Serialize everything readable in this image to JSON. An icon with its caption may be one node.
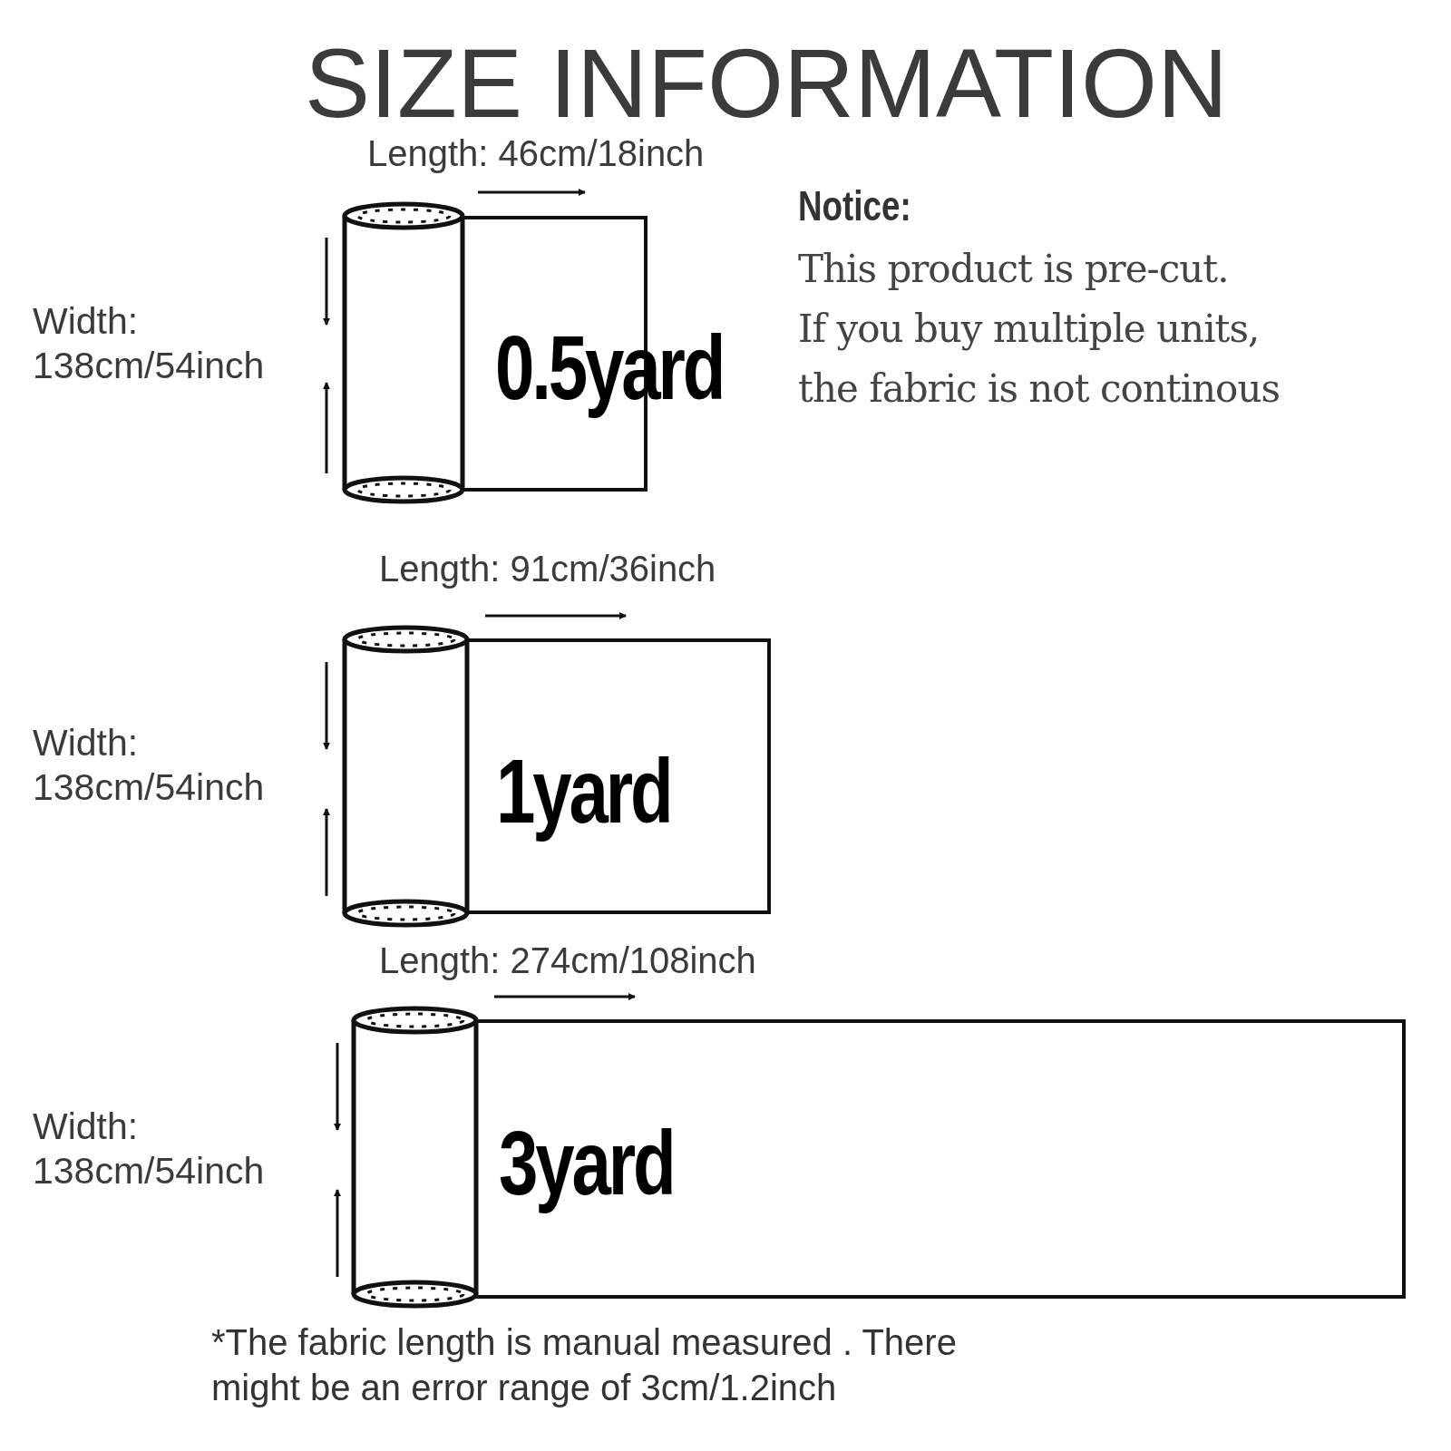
{
  "diagram": {
    "title": "SIZE INFORMATION",
    "nodes": [
      {
        "text": [
          "0.5yard"
        ],
        "beside": [
          "Length: 46cm/18inch"
        ]
      },
      {
        "text": [
          "1yard"
        ],
        "beside": [
          "Length: 91cm/36inch"
        ]
      },
      {
        "text": [
          "3yard"
        ],
        "beside": [
          "Length: 274cm/108inch"
        ]
      }
    ],
    "labels": [
      "Notice:",
      "This product is pre-cut.",
      "If you buy multiple units,",
      "the fabric is not continous",
      "Width: 138cm/54inch",
      "Width: 138cm/54inch",
      "Width: 138cm/54inch",
      "*The fabric length is manual measured . There might be an error range of 3cm/1.2inch"
    ]
  }
}
